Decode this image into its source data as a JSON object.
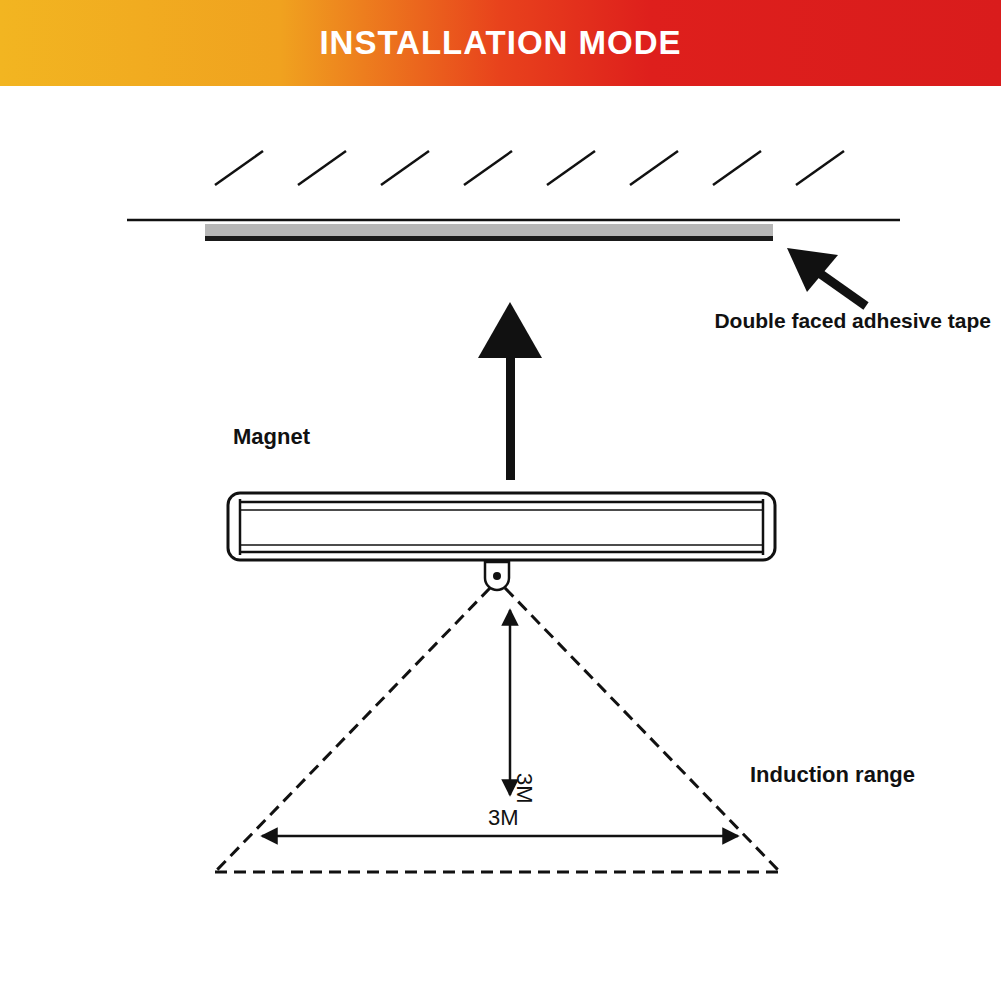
{
  "diagram": {
    "title": "INSTALLATION MODE",
    "labels": [
      "Double faced adhesive tape",
      "Magnet",
      "3M",
      "3M",
      "Induction range"
    ]
  }
}
